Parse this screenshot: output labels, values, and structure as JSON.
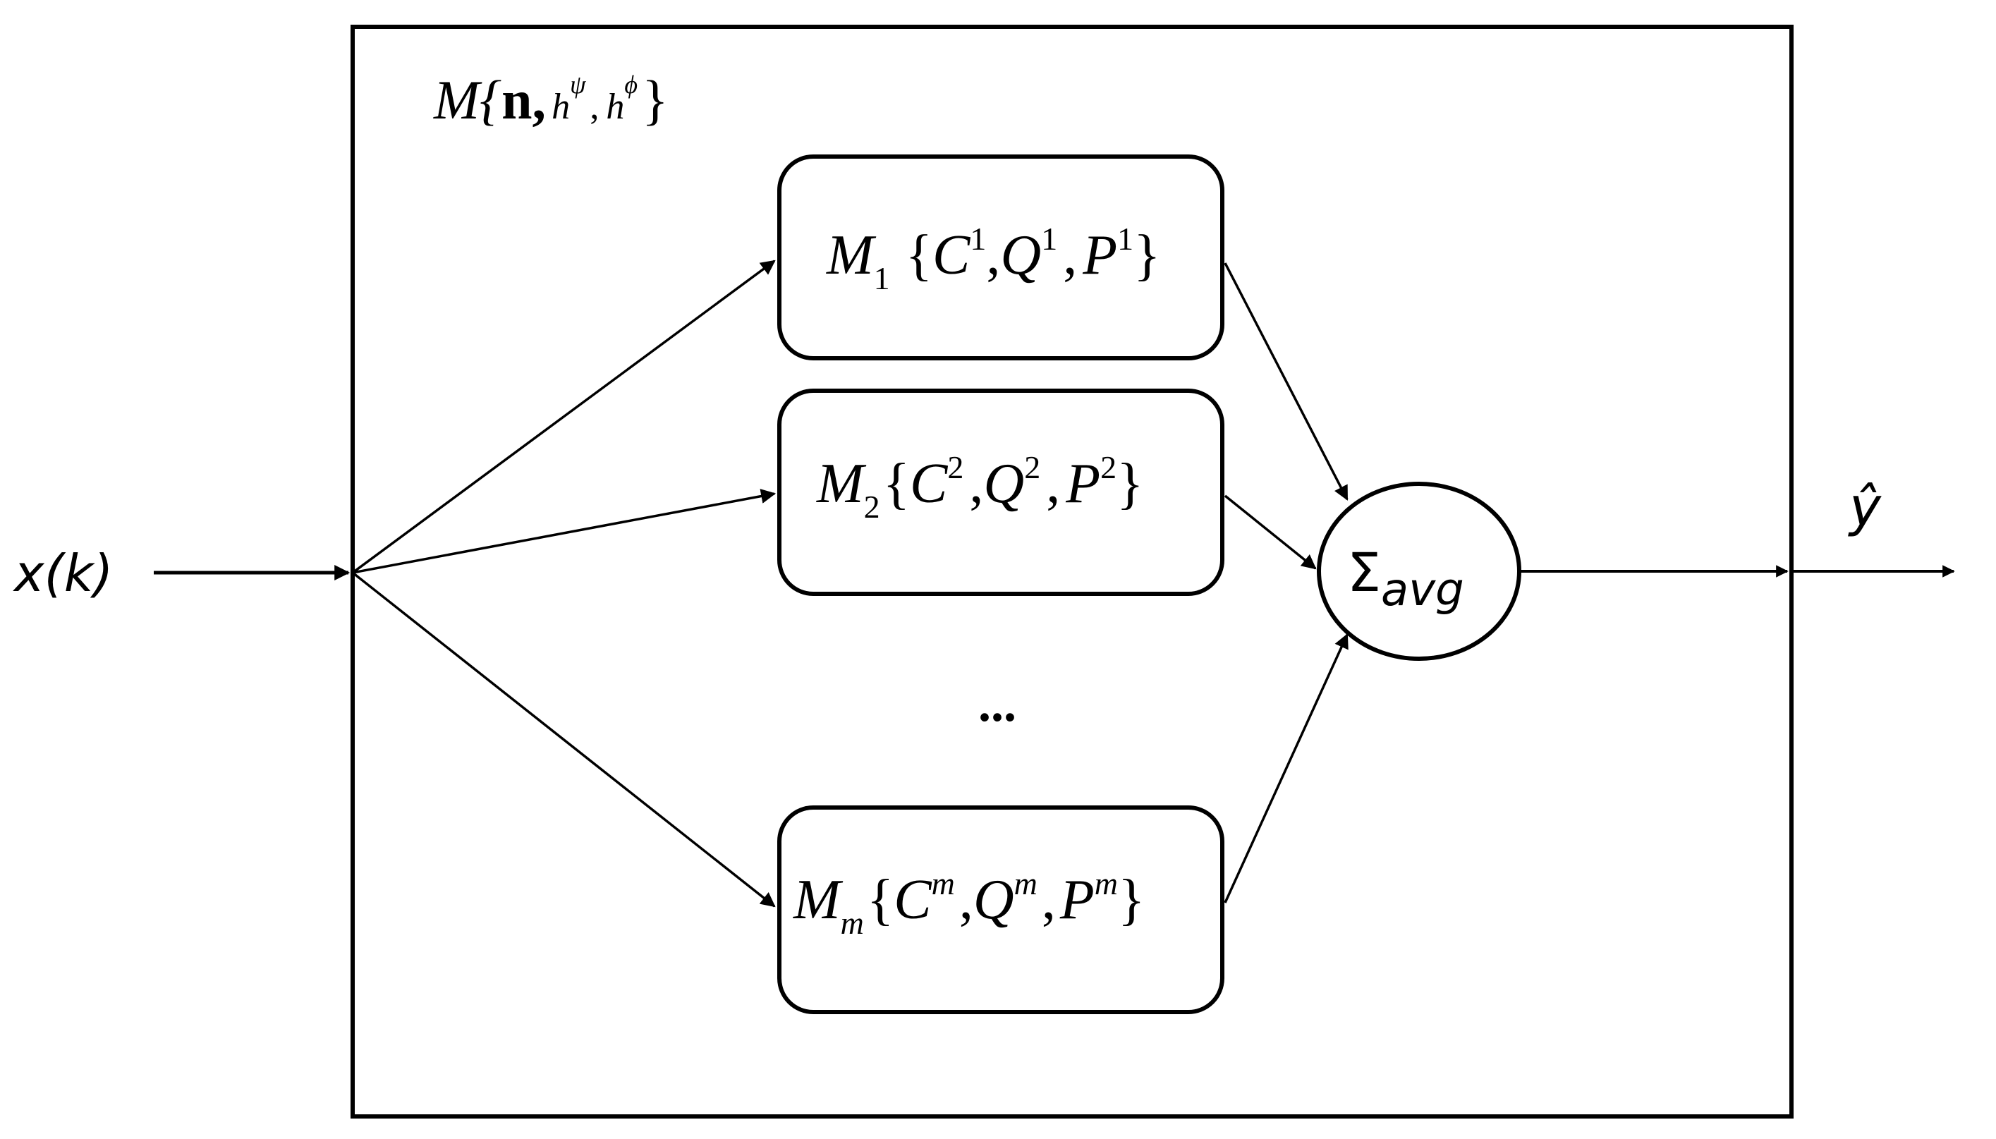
{
  "input": {
    "label": "x(k)"
  },
  "output": {
    "label": "ŷ"
  },
  "ensemble": {
    "label": {
      "main": "M{",
      "n": "n,",
      "h": "h",
      "psi": "ψ",
      "sep": ",",
      "phi": "ϕ",
      "close": "}"
    }
  },
  "models": [
    {
      "name": "M",
      "sub": "1",
      "C": "C",
      "Q": "Q",
      "P": "P",
      "sup": "1",
      "open": "{",
      "close": "}"
    },
    {
      "name": "M",
      "sub": "2",
      "C": "C",
      "Q": "Q",
      "P": "P",
      "sup": "2",
      "open": "{",
      "close": "}"
    },
    {
      "name": "M",
      "sub": "m",
      "C": "C",
      "Q": "Q",
      "P": "P",
      "sup": "m",
      "open": "{",
      "close": "}"
    }
  ],
  "ellipsis": "...",
  "aggregator": {
    "symbol": "Σ",
    "sub": "avg"
  }
}
